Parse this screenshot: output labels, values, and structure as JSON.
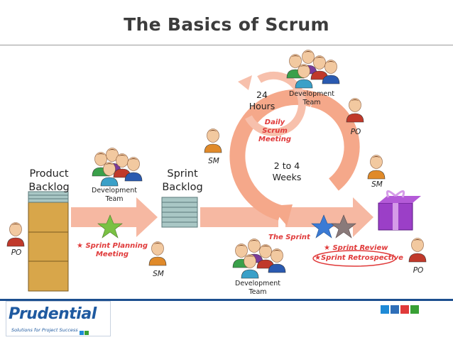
{
  "title": "The Basics of Scrum",
  "labels": {
    "product_backlog": [
      "Product",
      "Backlog"
    ],
    "sprint_backlog": [
      "Sprint",
      "Backlog"
    ],
    "hours": [
      "24",
      "Hours"
    ],
    "weeks": [
      "2 to 4",
      "Weeks"
    ],
    "dev_team": [
      "Development",
      "Team"
    ],
    "po": "PO",
    "sm": "SM"
  },
  "events": {
    "daily_scrum": [
      "Daily Scrum",
      "Meeting"
    ],
    "sprint_planning": [
      "Sprint Planning",
      "Meeting"
    ],
    "the_sprint": "The Sprint",
    "sprint_review": "Sprint Review",
    "sprint_retrospective": "Sprint Retrospective"
  },
  "logo": {
    "name": "Prudential",
    "tagline": "Solutions for Project Success"
  },
  "colors": {
    "arrow": "#f6b8a2",
    "cycle": "#f5a88a",
    "accent_red": "#e03a3a",
    "footer_blue": "#1c4f8f",
    "star_green": "#7ac143",
    "star_blue": "#3b7bd5",
    "star_grey": "#8a7a7a"
  },
  "footer_squares": [
    "#1f8ad6",
    "#2f6fb8",
    "#e03a3a",
    "#39a035"
  ]
}
